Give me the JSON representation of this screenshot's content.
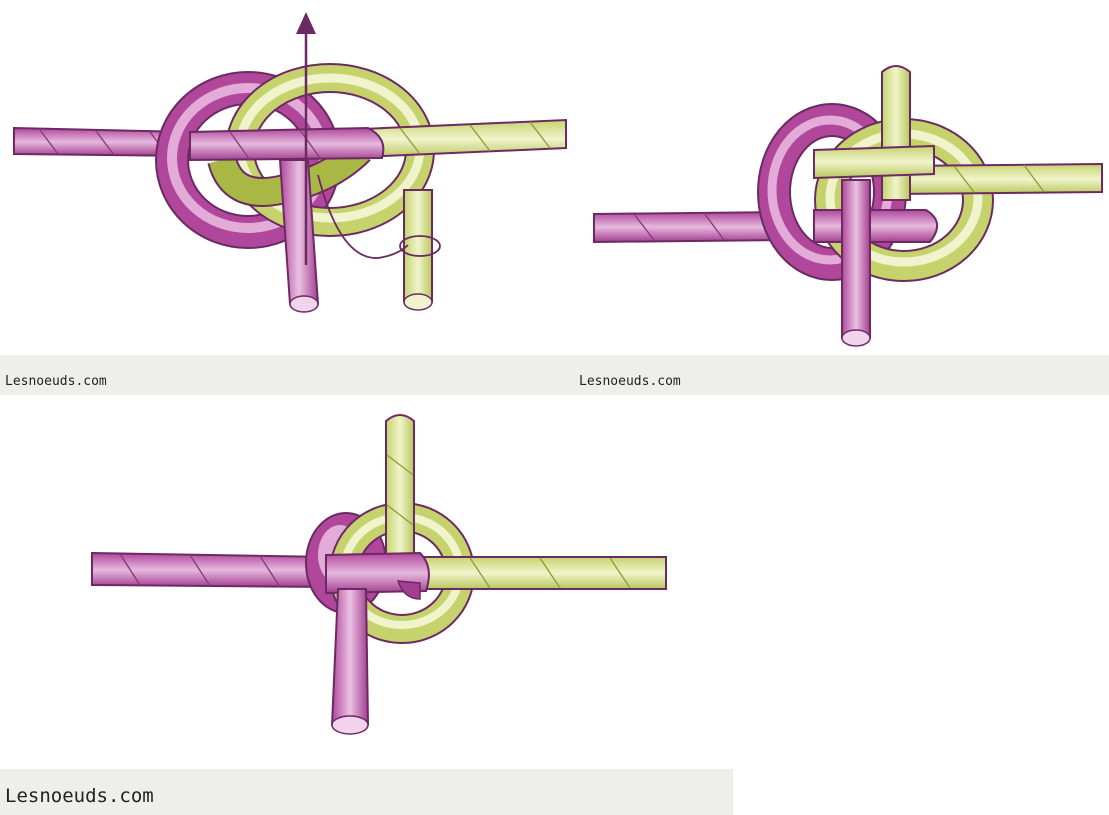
{
  "panels": [
    {
      "caption": "Lesnoeuds.com"
    },
    {
      "caption": "Lesnoeuds.com"
    },
    {
      "caption": "Lesnoeuds.com"
    }
  ],
  "colors": {
    "purple_rope": "#b0479b",
    "purple_light": "#e6b9de",
    "green_rope": "#c6d36d",
    "green_light": "#f0f4cc",
    "outline": "#6b2a63",
    "caption_bar": "#eeeeec"
  }
}
